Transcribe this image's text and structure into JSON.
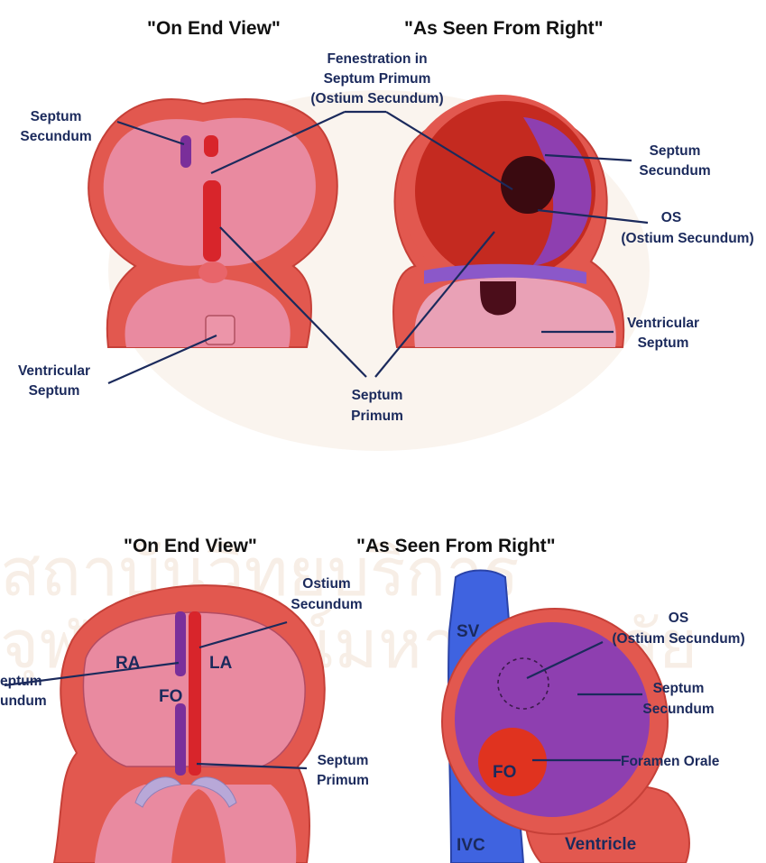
{
  "top_panel": {
    "title_left": "\"On End View\"",
    "title_right": "\"As Seen From Right\"",
    "fenestration_line1": "Fenestration in",
    "fenestration_line2": "Septum Primum",
    "fenestration_line3": "(Ostium Secundum)",
    "septum_secundum_left_line1": "Septum",
    "septum_secundum_left_line2": "Secundum",
    "septum_secundum_right_line1": "Septum",
    "septum_secundum_right_line2": "Secundum",
    "os_line1": "OS",
    "os_line2": "(Ostium Secundum)",
    "ventricular_left_line1": "Ventricular",
    "ventricular_left_line2": "Septum",
    "ventricular_right_line1": "Ventricular",
    "ventricular_right_line2": "Septum",
    "septum_primum_line1": "Septum",
    "septum_primum_line2": "Primum"
  },
  "bottom_panel": {
    "title_left": "\"On End View\"",
    "title_right": "\"As Seen From Right\"",
    "ostium_line1": "Ostium",
    "ostium_line2": "Secundum",
    "ra": "RA",
    "la": "LA",
    "fo_left": "FO",
    "septum_secundum_left_line1": "eptum",
    "septum_secundum_left_line2": "undum",
    "septum_primum_line1": "Septum",
    "septum_primum_line2": "Primum",
    "sv": "SV",
    "ivc": "IVC",
    "os_line1": "OS",
    "os_line2": "(Ostium Secundum)",
    "septum_secundum_right_line1": "Septum",
    "septum_secundum_right_line2": "Secundum",
    "foramen": "Foramen Orale",
    "fo_right": "FO",
    "ventricle": "Ventricle"
  },
  "colors": {
    "wall": "#e2584f",
    "chamber": "#e8859a",
    "septum_primum": "#d8252b",
    "septum_secundum": "#7a2f9a",
    "vein": "#3f63e0",
    "text": "#1b2a5c"
  }
}
